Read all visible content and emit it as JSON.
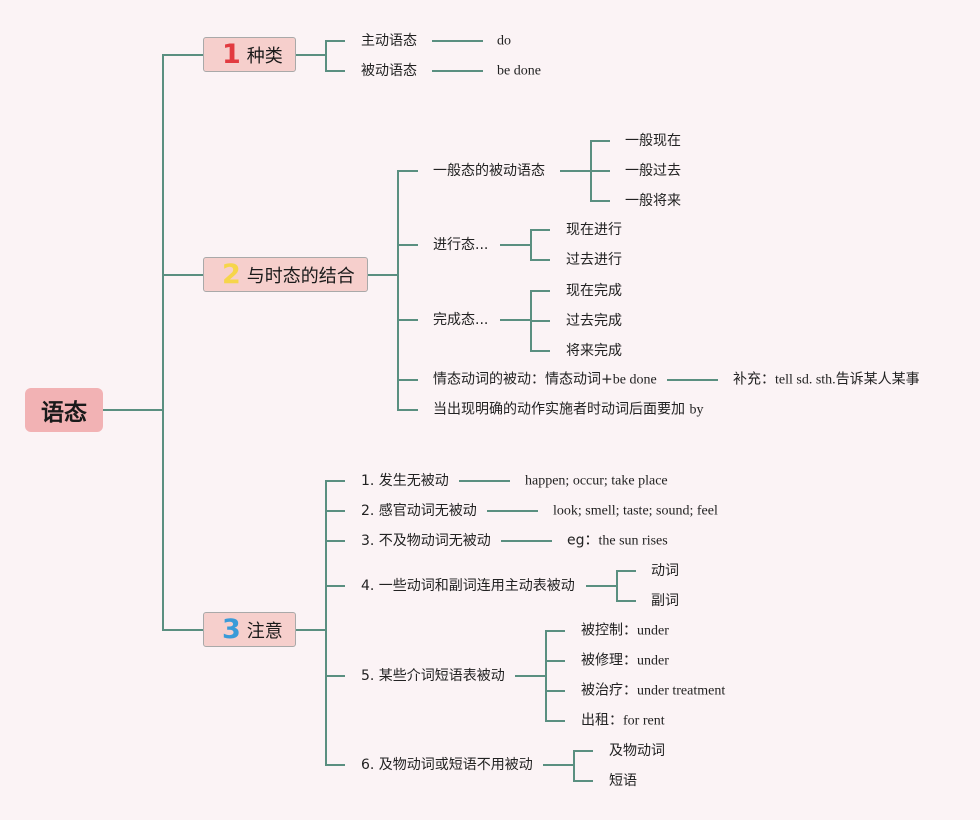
{
  "root": {
    "label": "语态"
  },
  "branches": [
    {
      "number": "1",
      "label": "种类"
    },
    {
      "number": "2",
      "label": "与时态的结合"
    },
    {
      "number": "3",
      "label": "注意"
    }
  ],
  "b1": {
    "active": {
      "label": "主动语态",
      "value": "do"
    },
    "passive": {
      "label": "被动语态",
      "value": "be done"
    }
  },
  "b2": {
    "simple": {
      "label": "一般态的被动语态",
      "items": [
        "一般现在",
        "一般过去",
        "一般将来"
      ]
    },
    "progressive": {
      "label": "进行态...",
      "items": [
        "现在进行",
        "过去进行"
      ]
    },
    "perfect": {
      "label": "完成态...",
      "items": [
        "现在完成",
        "过去完成",
        "将来完成"
      ]
    },
    "modal": {
      "label_cn": "情态动词的被动：情态动词+",
      "label_en": "be done",
      "supp_cn": "补充：",
      "supp_en": "tell sd. sth.",
      "supp_cn2": "告诉某人某事"
    },
    "agent": {
      "label_cn": "当出现明确的动作实施者时动词后面要加 ",
      "label_en": "by"
    }
  },
  "b3": {
    "n1": {
      "label": "1. 发生无被动",
      "value": "happen; occur; take place"
    },
    "n2": {
      "label": "2. 感官动词无被动",
      "value": "look; smell; taste; sound; feel"
    },
    "n3": {
      "label": "3. 不及物动词无被动",
      "value_cn": "eg：",
      "value_en": "the sun rises"
    },
    "n4": {
      "label": "4. 一些动词和副词连用主动表被动",
      "items": [
        "动词",
        "副词"
      ]
    },
    "n5": {
      "label": "5. 某些介词短语表被动",
      "items": [
        {
          "cn": "被控制：",
          "en": "under"
        },
        {
          "cn": "被修理：",
          "en": "under"
        },
        {
          "cn": "被治疗：",
          "en": "under treatment"
        },
        {
          "cn": "出租：",
          "en": "for rent"
        }
      ]
    },
    "n6": {
      "label": "6. 及物动词或短语不用被动",
      "items": [
        "及物动词",
        "短语"
      ]
    }
  },
  "colors": {
    "line": "#5a8f80",
    "root_bg": "#f2b2b4",
    "branch_bg": "#f6cfcc"
  }
}
